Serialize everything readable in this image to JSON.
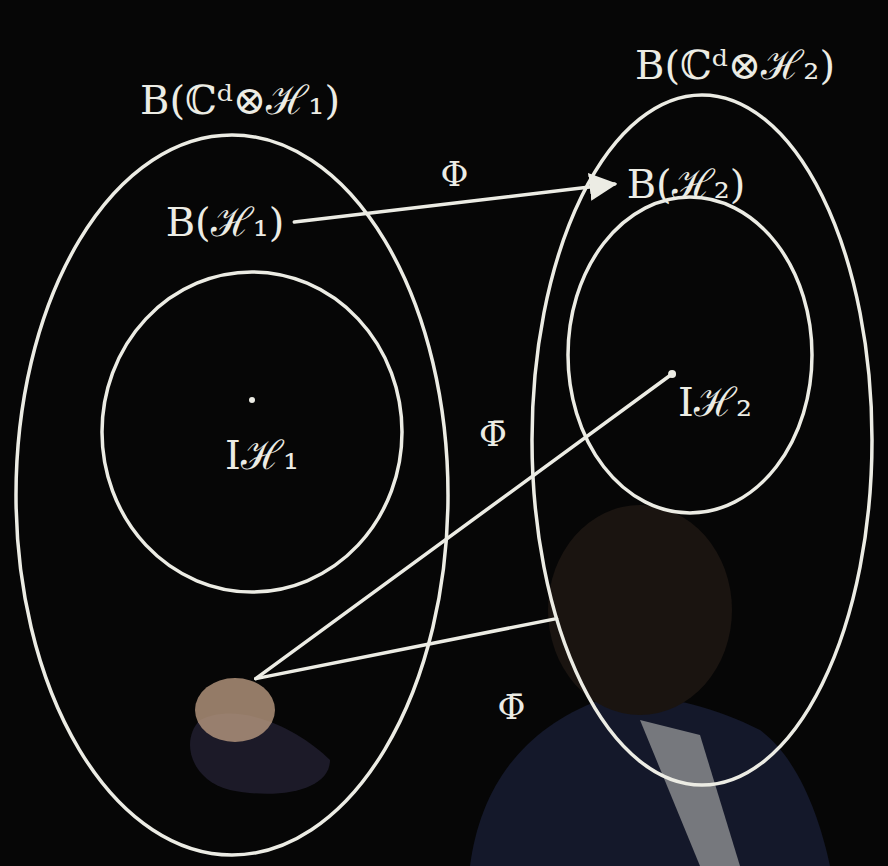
{
  "diagram": {
    "nodes": [
      {
        "text": [
          "B(ℂᵈ⊗ℋ₁)"
        ]
      },
      {
        "text": [
          "B(ℋ₁)"
        ],
        "in": 0
      },
      {
        "text": [
          "Iℋ₁"
        ],
        "in": 1
      },
      {
        "text": [
          "B(ℂᵈ⊗ℋ₂)"
        ]
      },
      {
        "text": [
          "B(ℋ₂)"
        ],
        "in": 3
      },
      {
        "text": [
          "Iℋ₂"
        ],
        "in": 4
      }
    ],
    "edges": [
      {
        "from": 1,
        "to": 4,
        "arrow": "to",
        "label": "Φ"
      },
      {
        "from": 0,
        "to": 5,
        "arrow": "none",
        "label": "Φ̄"
      },
      {
        "from": 0,
        "to": 3,
        "arrow": "none",
        "label": "Φ̄"
      }
    ]
  }
}
